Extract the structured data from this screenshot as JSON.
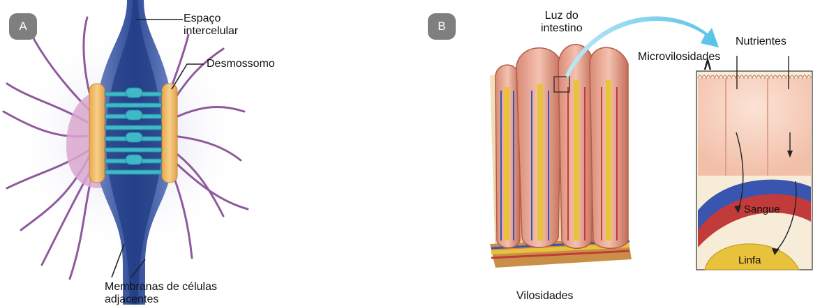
{
  "panel_a": {
    "badge": "A",
    "labels": {
      "intercellular_space_line1": "Espaço",
      "intercellular_space_line2": "intercelular",
      "desmosome": "Desmossomo",
      "membranes_line1": "Membranas de células",
      "membranes_line2": "adjacentes"
    }
  },
  "panel_b": {
    "badge": "B",
    "labels": {
      "lumen_line1": "Luz do",
      "lumen_line2": "intestino",
      "microvilli": "Microvilosidades",
      "nutrients": "Nutrientes",
      "blood": "Sangue",
      "lymph": "Linfa",
      "villi": "Vilosidades"
    }
  },
  "colors": {
    "badge": "#7f7f7f",
    "membrane_blue": "#4a63a8",
    "filament_purple": "#8e5a9c",
    "desmosome_plaque": "#f0b866",
    "connector_cyan": "#3fb8c8",
    "arrow_cyan": "#55c3e8",
    "villus_pink": "#e8a08c",
    "blood_red": "#c23a3a",
    "lymph_yellow": "#e8c23a"
  }
}
